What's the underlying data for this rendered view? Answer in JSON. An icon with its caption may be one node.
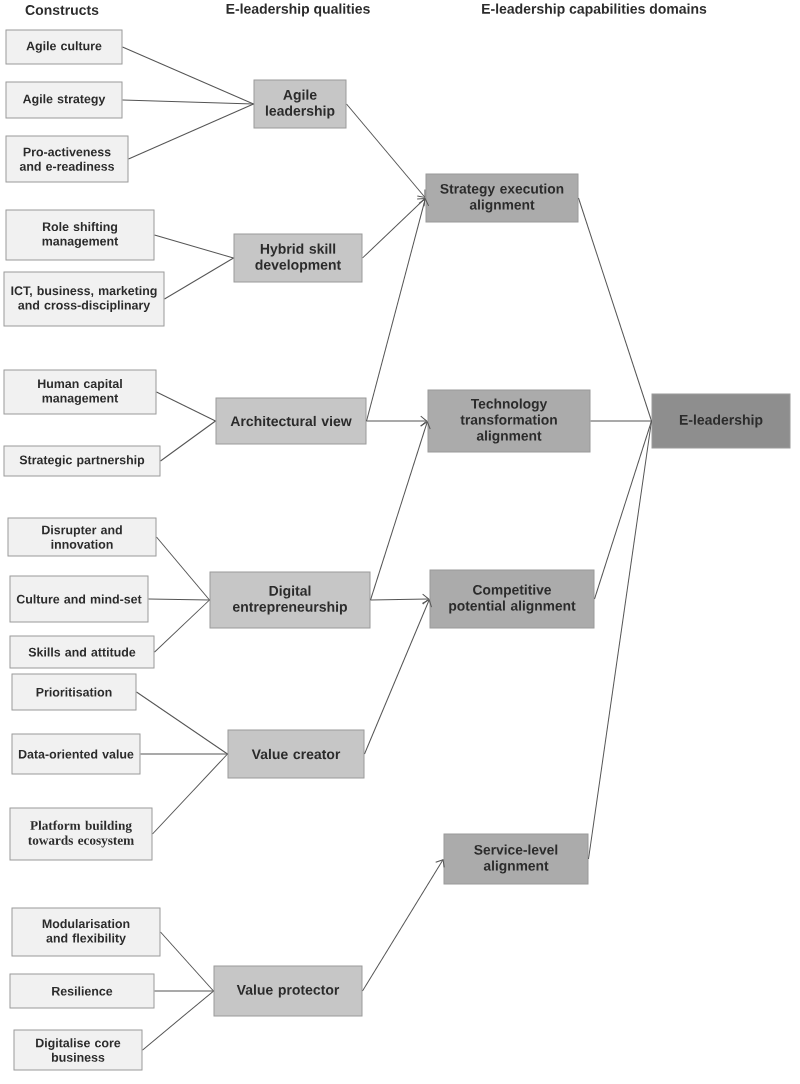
{
  "diagram": {
    "nodes": [
      {
        "text": [
          "Agile culture"
        ]
      },
      {
        "text": [
          "Agile strategy"
        ]
      },
      {
        "text": [
          "Pro-activeness and e-readiness"
        ]
      },
      {
        "text": [
          "Role shifting management"
        ]
      },
      {
        "text": [
          "ICT, business, marketing and cross-disciplinary"
        ]
      },
      {
        "text": [
          "Human capital management"
        ]
      },
      {
        "text": [
          "Strategic partnership"
        ]
      },
      {
        "text": [
          "Disrupter and innovation"
        ]
      },
      {
        "text": [
          "Culture and mind-set"
        ]
      },
      {
        "text": [
          "Skills and attitude"
        ]
      },
      {
        "text": [
          "Prioritisation"
        ]
      },
      {
        "text": [
          "Data-oriented value"
        ]
      },
      {
        "text": [
          "Platform building towards ecosystem"
        ]
      },
      {
        "text": [
          "Modularisation and flexibility"
        ]
      },
      {
        "text": [
          "Resilience"
        ]
      },
      {
        "text": [
          "Digitalise core business"
        ]
      },
      {
        "text": [
          "Agile leadership"
        ]
      },
      {
        "text": [
          "Hybrid skill development"
        ]
      },
      {
        "text": [
          "Architectural view"
        ]
      },
      {
        "text": [
          "Digital entrepreneurship"
        ]
      },
      {
        "text": [
          "Value creator"
        ]
      },
      {
        "text": [
          "Value protector"
        ]
      },
      {
        "text": [
          "Strategy execution alignment"
        ]
      },
      {
        "text": [
          "Technology transformation alignment"
        ]
      },
      {
        "text": [
          "Competitive potential alignment"
        ]
      },
      {
        "text": [
          "Service-level alignment"
        ]
      },
      {
        "text": [
          "E-leadership"
        ]
      }
    ],
    "edges": [
      {
        "from": 0,
        "to": 16,
        "arrow": "none"
      },
      {
        "from": 1,
        "to": 16,
        "arrow": "none"
      },
      {
        "from": 2,
        "to": 16,
        "arrow": "none"
      },
      {
        "from": 3,
        "to": 17,
        "arrow": "none"
      },
      {
        "from": 4,
        "to": 17,
        "arrow": "none"
      },
      {
        "from": 5,
        "to": 18,
        "arrow": "none"
      },
      {
        "from": 6,
        "to": 18,
        "arrow": "none"
      },
      {
        "from": 7,
        "to": 19,
        "arrow": "none"
      },
      {
        "from": 8,
        "to": 19,
        "arrow": "none"
      },
      {
        "from": 9,
        "to": 19,
        "arrow": "none"
      },
      {
        "from": 10,
        "to": 20,
        "arrow": "none"
      },
      {
        "from": 11,
        "to": 20,
        "arrow": "none"
      },
      {
        "from": 12,
        "to": 20,
        "arrow": "none"
      },
      {
        "from": 13,
        "to": 21,
        "arrow": "none"
      },
      {
        "from": 14,
        "to": 21,
        "arrow": "none"
      },
      {
        "from": 15,
        "to": 21,
        "arrow": "none"
      },
      {
        "from": 16,
        "to": 22,
        "arrow": "to"
      },
      {
        "from": 17,
        "to": 22,
        "arrow": "to"
      },
      {
        "from": 18,
        "to": 22,
        "arrow": "to"
      },
      {
        "from": 18,
        "to": 23,
        "arrow": "to"
      },
      {
        "from": 19,
        "to": 23,
        "arrow": "to"
      },
      {
        "from": 19,
        "to": 24,
        "arrow": "to"
      },
      {
        "from": 20,
        "to": 24,
        "arrow": "to"
      },
      {
        "from": 21,
        "to": 25,
        "arrow": "to"
      },
      {
        "from": 22,
        "to": 26,
        "arrow": "none"
      },
      {
        "from": 23,
        "to": 26,
        "arrow": "none"
      },
      {
        "from": 24,
        "to": 26,
        "arrow": "none"
      },
      {
        "from": 25,
        "to": 26,
        "arrow": "none"
      }
    ],
    "labels": [
      "Constructs",
      "E-leadership qualities",
      "E-leadership capabilities domains"
    ]
  }
}
